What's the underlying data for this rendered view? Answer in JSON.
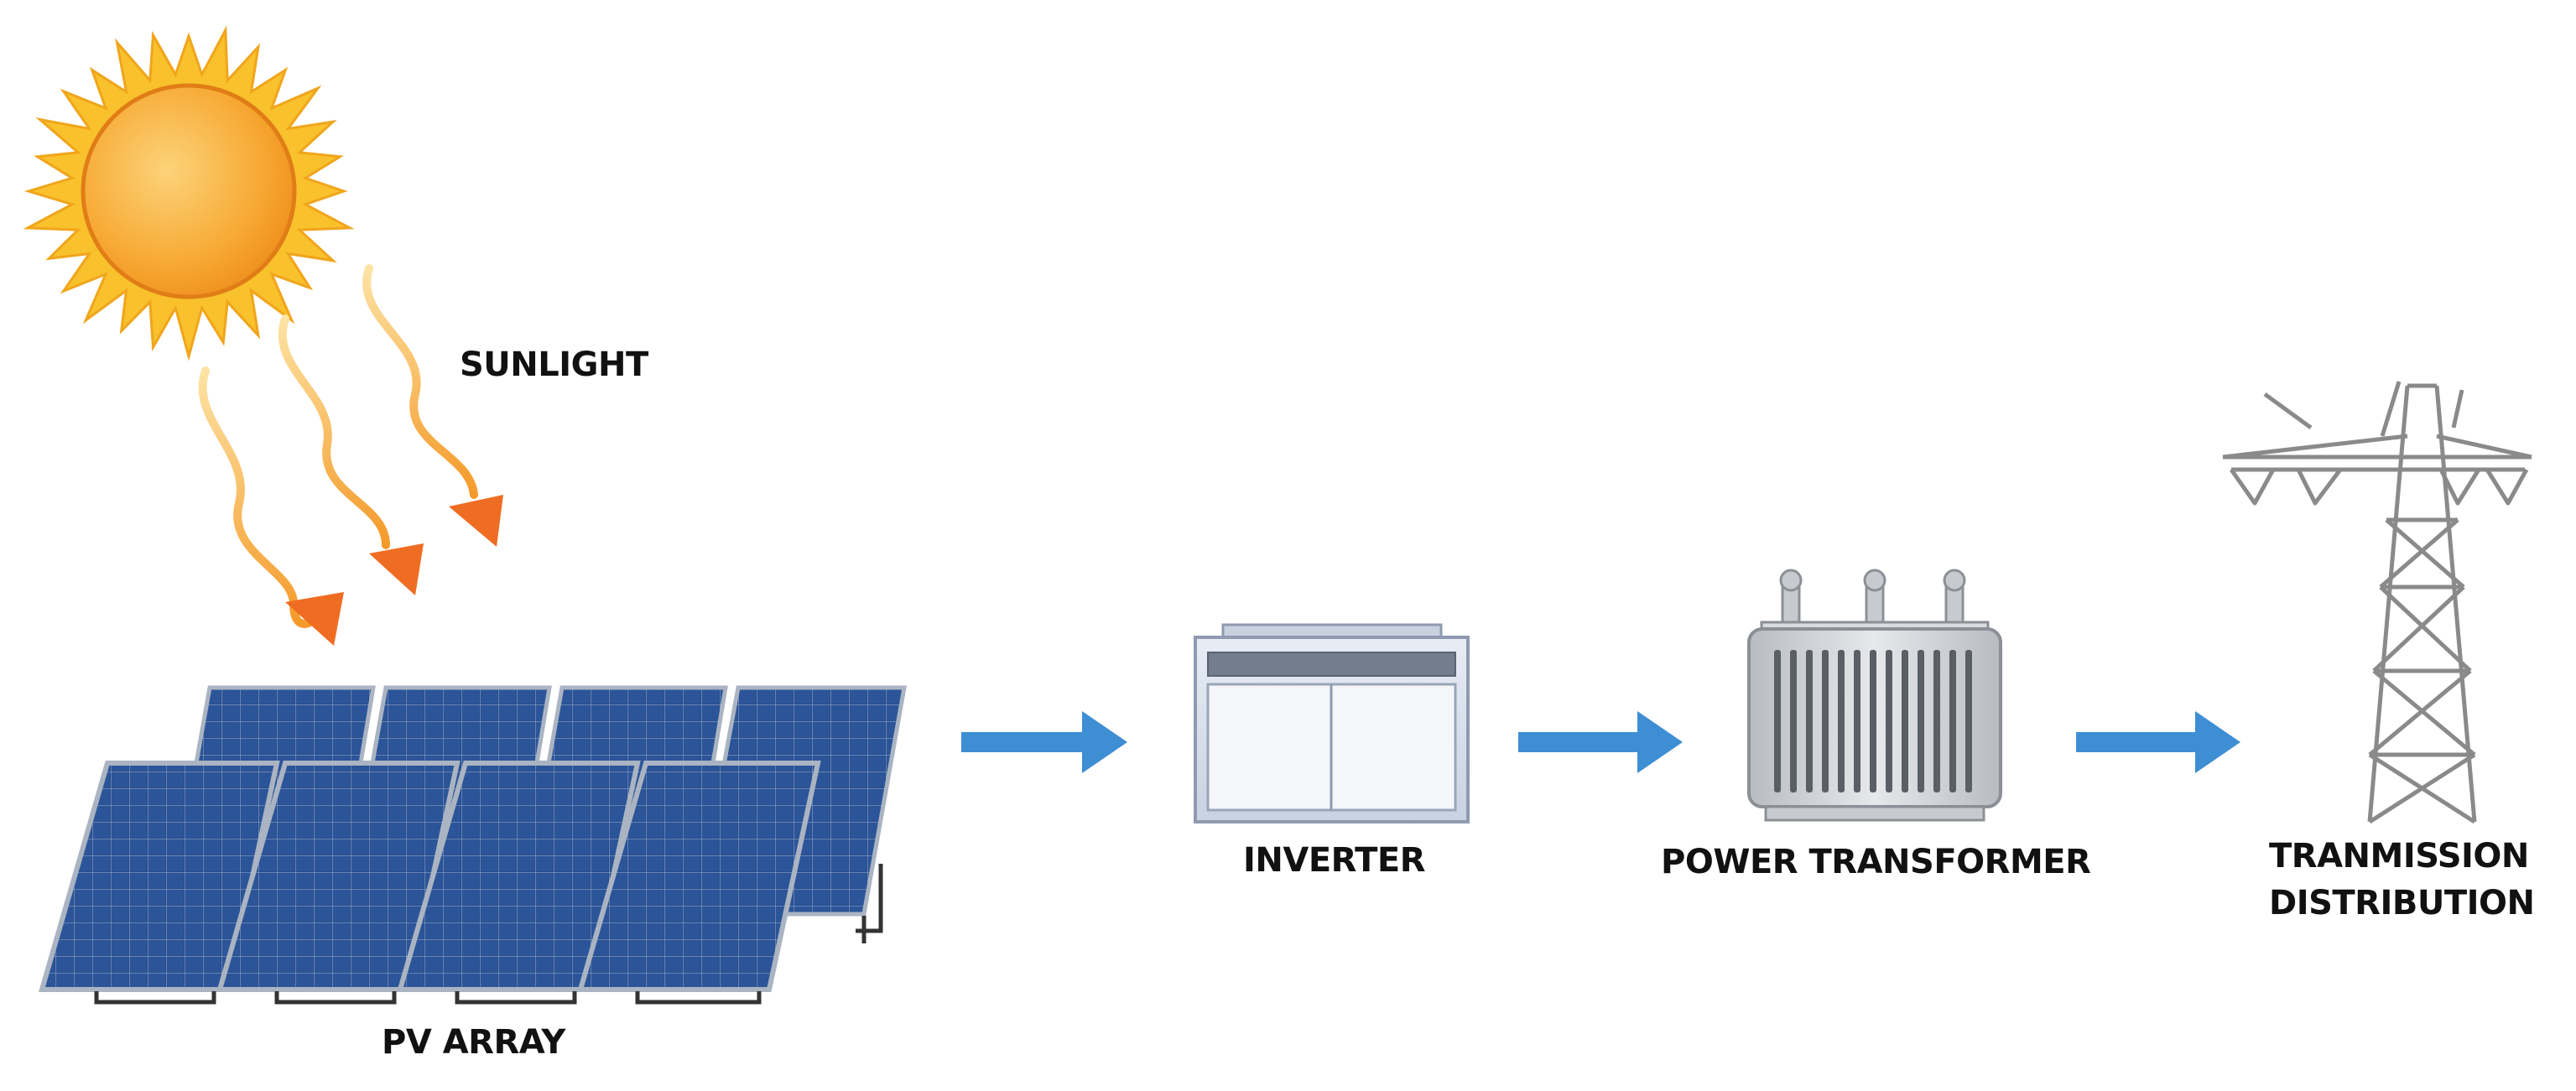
{
  "diagram": {
    "labels": {
      "sunlight": "SUNLIGHT",
      "pv_array": "PV ARRAY",
      "inverter": "INVERTER",
      "transformer": "POWER TRANSFORMER",
      "tower_line1": "TRANMISSION",
      "tower_line2": "DISTRIBUTION"
    },
    "flow_steps": [
      "PV ARRAY",
      "INVERTER",
      "POWER TRANSFORMER",
      "TRANMISSION DISTRIBUTION"
    ],
    "colors": {
      "flow_arrow": "#3e8ed4",
      "sun_core": "#f7a832",
      "sun_flames": "#f9c12c",
      "sun_ray": "#f49a2a",
      "ray_tip": "#ef6d22",
      "panel_cells": "#274d8c",
      "panel_frame": "#aab4c2",
      "inverter_body": "#b9c4d6",
      "transformer_body": "#cdd1d6",
      "tower_steel": "#8a8a8a",
      "label_text": "#111111"
    },
    "icons": [
      "sun-icon",
      "sunlight-rays-icon",
      "solar-panel-icon",
      "inverter-icon",
      "transformer-icon",
      "transmission-tower-icon",
      "arrow-right-icon"
    ]
  }
}
